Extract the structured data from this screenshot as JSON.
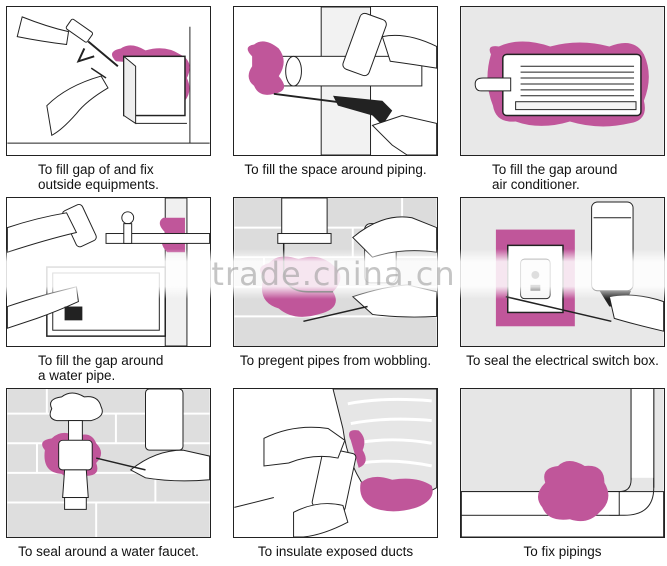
{
  "panels": [
    {
      "caption_line1": "To fill gap of and fix",
      "caption_line2": "outside equipments."
    },
    {
      "caption_line1": "To fill the space around piping.",
      "caption_line2": ""
    },
    {
      "caption_line1": "To fill the gap around",
      "caption_line2": "air conditioner."
    },
    {
      "caption_line1": "To fill the gap around",
      "caption_line2": "a water pipe."
    },
    {
      "caption_line1": "To pregent pipes from wobbling.",
      "caption_line2": ""
    },
    {
      "caption_line1": "To seal the electrical switch box.",
      "caption_line2": ""
    },
    {
      "caption_line1": "To seal around a water faucet.",
      "caption_line2": ""
    },
    {
      "caption_line1": "To insulate exposed ducts",
      "caption_line2": ""
    },
    {
      "caption_line1": "To fix pipings",
      "caption_line2": ""
    }
  ],
  "watermark": "trade.china.cn",
  "colors": {
    "foam": "#c0569a",
    "foam_light": "#d98ec0",
    "wall": "#e4e4e4",
    "line": "#222222"
  }
}
